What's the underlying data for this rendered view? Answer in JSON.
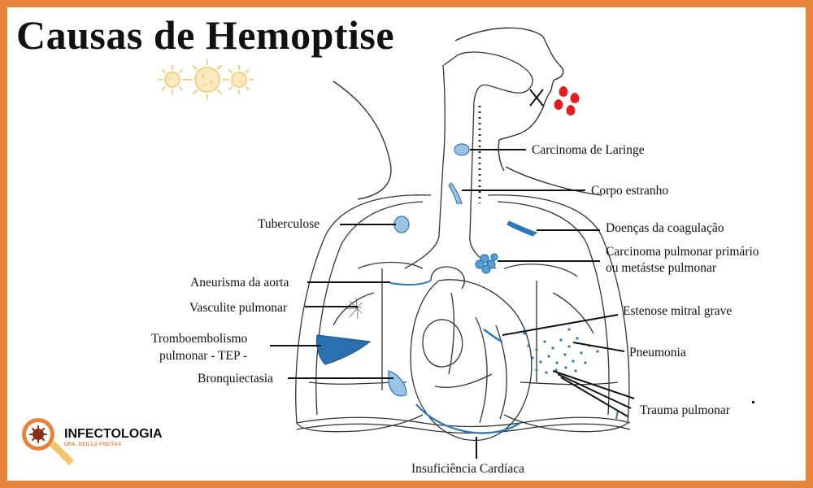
{
  "title": "Causas de Hemoptise",
  "labels": {
    "carcinoma_laringe": "Carcinoma de Laringe",
    "corpo_estranho": "Corpo estranho",
    "tuberculose": "Tuberculose",
    "doencas_coagulacao": "Doenças da coagulação",
    "carcinoma_pulmonar_1": "Carcinoma pulmonar primário",
    "carcinoma_pulmonar_2": "ou metástse pulmonar",
    "aneurisma_aorta": "Aneurisma da aorta",
    "vasculite": "Vasculite pulmonar",
    "estenose_mitral": "Estenose mitral grave",
    "tep_1": "Tromboembolismo",
    "tep_2": "pulmonar - TEP -",
    "pneumonia": "Pneumonia",
    "bronquiectasia": "Bronquiectasia",
    "trauma": "Trauma pulmonar",
    "insuficiencia": "Insuficiência Cardíaca"
  },
  "logo": {
    "name": "INFECTOLOGIA",
    "subtitle": "DRA. KEILLA FREITAS"
  },
  "colors": {
    "border": "#e8833a",
    "highlight": "#2a7ab8",
    "blood": "#e02020",
    "virus": "#f3d28a"
  }
}
